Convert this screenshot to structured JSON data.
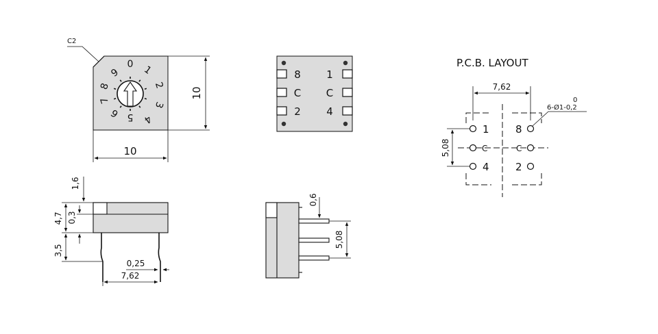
{
  "top_view": {
    "chamfer_label": "C2",
    "dial_numbers": [
      "0",
      "1",
      "2",
      "3",
      "4",
      "5",
      "6",
      "7",
      "8",
      "9"
    ],
    "height_label": "10",
    "width_label": "10"
  },
  "bottom_view": {
    "left_labels": [
      "8",
      "C",
      "2"
    ],
    "right_labels": [
      "1",
      "C",
      "4"
    ]
  },
  "pcb_layout": {
    "title": "P.C.B. LAYOUT",
    "spacing_x": "7,62",
    "spacing_y": "5,08",
    "hole_spec": "6-Ø1-0,2",
    "hole_tol": "0",
    "pins": {
      "top_left": "1",
      "top_right": "8",
      "mid_left": "C",
      "mid_right": "C",
      "bot_left": "4",
      "bot_right": "2"
    }
  },
  "front_view": {
    "dim_top": "1,6",
    "dim_height": "4,7",
    "dim_step": "0,3",
    "dim_pin": "3,5",
    "dim_pin_width": "0,25",
    "dim_pitch": "7,62"
  },
  "side_view": {
    "dim_pin_thick": "0,6",
    "dim_pin_pitch": "5,08"
  }
}
